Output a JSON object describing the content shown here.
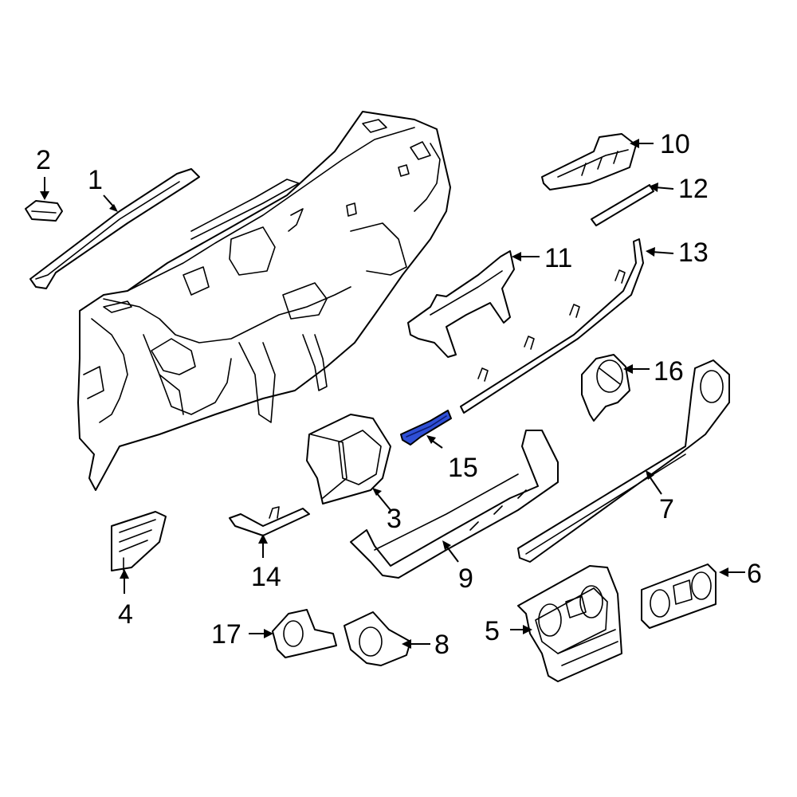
{
  "diagram": {
    "highlight_color": "#2f4fd6",
    "line_color": "#000000",
    "highlighted_part": "15",
    "callouts": [
      {
        "id": "c1",
        "label": "1"
      },
      {
        "id": "c2",
        "label": "2"
      },
      {
        "id": "c3",
        "label": "3"
      },
      {
        "id": "c4",
        "label": "4"
      },
      {
        "id": "c5",
        "label": "5"
      },
      {
        "id": "c6",
        "label": "6"
      },
      {
        "id": "c7",
        "label": "7"
      },
      {
        "id": "c8",
        "label": "8"
      },
      {
        "id": "c9",
        "label": "9"
      },
      {
        "id": "c10",
        "label": "10"
      },
      {
        "id": "c11",
        "label": "11"
      },
      {
        "id": "c12",
        "label": "12"
      },
      {
        "id": "c13",
        "label": "13"
      },
      {
        "id": "c14",
        "label": "14"
      },
      {
        "id": "c15",
        "label": "15"
      },
      {
        "id": "c16",
        "label": "16"
      },
      {
        "id": "c17",
        "label": "17"
      }
    ]
  }
}
